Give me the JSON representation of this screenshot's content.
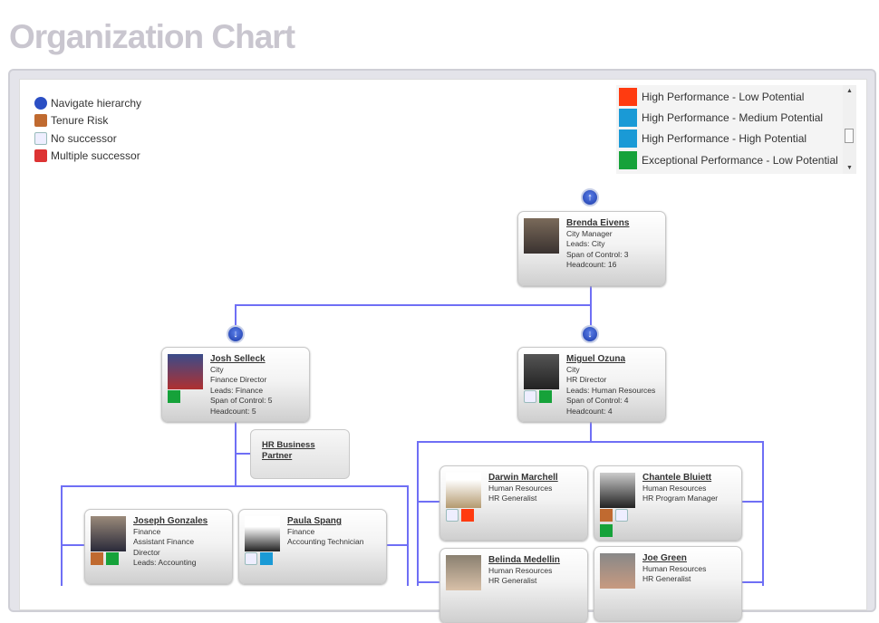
{
  "page": {
    "title": "Organization Chart"
  },
  "legend_icons": [
    {
      "label": "Navigate hierarchy",
      "icon": "navigate-icon",
      "color": "#2b4fc4"
    },
    {
      "label": "Tenure Risk",
      "icon": "tenure-risk-icon",
      "color": "#c06a30"
    },
    {
      "label": "No successor",
      "icon": "no-successor-icon",
      "color": "#8aa"
    },
    {
      "label": "Multiple successor",
      "icon": "multiple-successor-icon",
      "color": "#d33"
    }
  ],
  "legend_colors": [
    {
      "label": "High Performance - Low Potential",
      "color": "#ff3b10"
    },
    {
      "label": "High Performance - Medium Potential",
      "color": "#1a9ad6"
    },
    {
      "label": "High Performance - High Potential",
      "color": "#1a9ad6"
    },
    {
      "label": "Exceptional Performance - Low Potential",
      "color": "#16a23a"
    }
  ],
  "nodes": {
    "brenda": {
      "name": "Brenda Eivens",
      "lines": [
        "City Manager",
        "Leads: City",
        "Span of Control: 3",
        "Headcount: 16"
      ]
    },
    "josh": {
      "name": "Josh Selleck",
      "lines": [
        "City",
        "Finance Director",
        "Leads: Finance",
        "Span of Control: 5",
        "Headcount: 5"
      ],
      "perf": "#16a23a"
    },
    "miguel": {
      "name": "Miguel Ozuna",
      "lines": [
        "City",
        "HR Director",
        "Leads: Human Resources",
        "Span of Control: 4",
        "Headcount: 4"
      ],
      "perf": "#16a23a"
    },
    "hrbp": {
      "name": "HR Business Partner"
    },
    "joseph": {
      "name": "Joseph Gonzales",
      "lines": [
        "Finance",
        "Assistant Finance",
        "Director",
        "Leads: Accounting"
      ],
      "perf": "#16a23a"
    },
    "paula": {
      "name": "Paula Spang",
      "lines": [
        "Finance",
        "Accounting Technician"
      ],
      "perf": "#1a9ad6"
    },
    "darwin": {
      "name": "Darwin Marchell",
      "lines": [
        "Human Resources",
        "HR Generalist"
      ],
      "perf": "#ff3b10"
    },
    "chantele": {
      "name": "Chantele Bluiett",
      "lines": [
        "Human Resources",
        "HR Program Manager"
      ],
      "perf": "#16a23a"
    },
    "belinda": {
      "name": "Belinda Medellin",
      "lines": [
        "Human Resources",
        "HR Generalist"
      ]
    },
    "joe": {
      "name": "Joe Green",
      "lines": [
        "Human Resources",
        "HR Generalist"
      ]
    }
  }
}
